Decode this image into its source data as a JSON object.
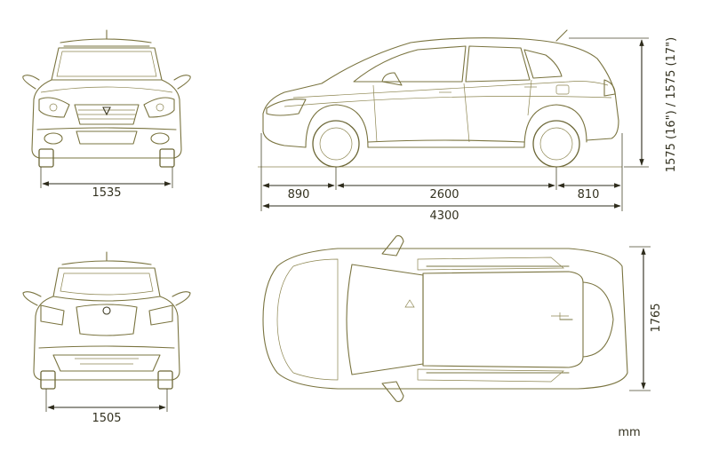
{
  "dimensions": {
    "front_track": "1535",
    "rear_track": "1505",
    "front_overhang": "890",
    "wheelbase": "2600",
    "rear_overhang": "810",
    "overall_length": "4300",
    "overall_height": "1575 (16\") / 1575 (17\")",
    "overall_width": "1765",
    "unit": "mm"
  },
  "colors": {
    "linework": "#7a7440",
    "dimension_lines": "#2e2c1c",
    "background": "#ffffff"
  }
}
